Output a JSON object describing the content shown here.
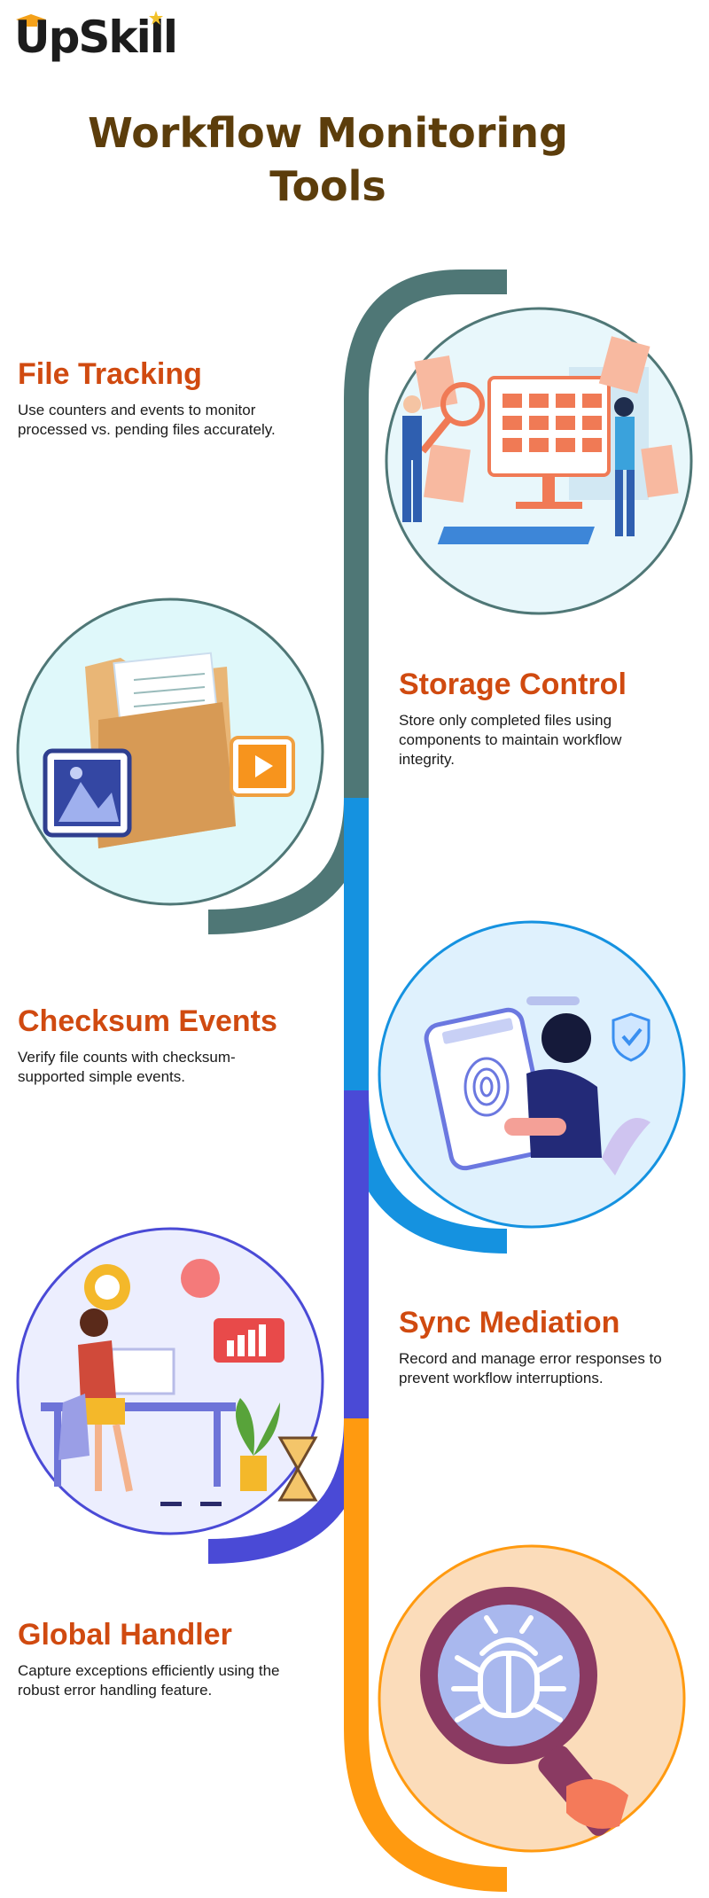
{
  "brand": {
    "name": "UpSkill",
    "colors": {
      "text": "#1c1c1c",
      "cap": "#f4a11a",
      "star": "#f2c12a"
    }
  },
  "title": {
    "line1": "Workflow Monitoring",
    "line2": "Tools",
    "color": "#5c3d0b"
  },
  "colors": {
    "heading": "#d04a10",
    "body": "#1a1a1a",
    "spine_teal": "#4f7776",
    "spine_blue": "#1592e0",
    "spine_indigo": "#4a4ad6",
    "spine_orange": "#ff9a10"
  },
  "sections": [
    {
      "heading": "File Tracking",
      "text": "Use counters and events to monitor processed vs. pending files accurately.",
      "icon": "monitor-files-illustration"
    },
    {
      "heading": "Storage Control",
      "text": "Store only completed files using components to maintain workflow integrity.",
      "icon": "folder-illustration"
    },
    {
      "heading": "Checksum Events",
      "text": "Verify file counts with checksum-supported simple events.",
      "icon": "fingerprint-phone-illustration"
    },
    {
      "heading": "Sync Mediation",
      "text": "Record and manage error responses to prevent workflow interruptions.",
      "icon": "desk-worker-illustration"
    },
    {
      "heading": "Global Handler",
      "text": "Capture exceptions efficiently using the robust error handling feature.",
      "icon": "bug-magnifier-illustration"
    }
  ]
}
